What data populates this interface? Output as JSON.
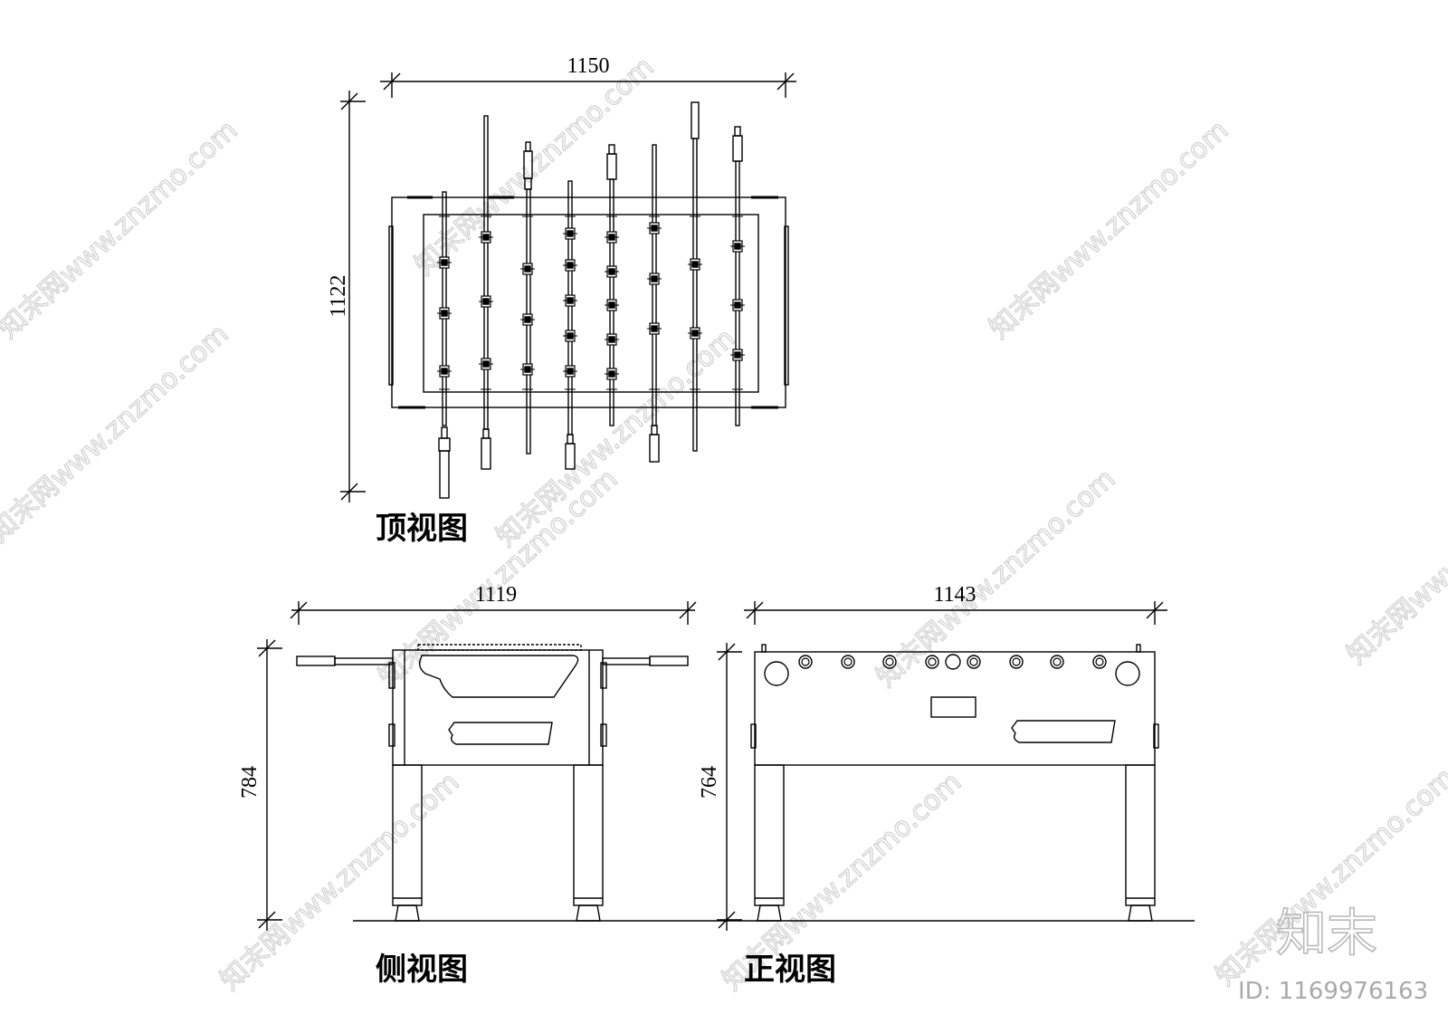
{
  "views": {
    "top": {
      "title": "顶视图",
      "width_dim": "1150",
      "depth_dim": "1122"
    },
    "side": {
      "title": "侧视图",
      "width_dim": "1119",
      "height_dim": "784"
    },
    "front": {
      "title": "正视图",
      "width_dim": "1143",
      "height_dim": "764"
    }
  },
  "watermark": {
    "text": "知末网www.znzmo.com",
    "brand": "知末",
    "id": "ID: 1169976163"
  },
  "colors": {
    "line": "#000000",
    "watermark": "#d6d6d6"
  }
}
